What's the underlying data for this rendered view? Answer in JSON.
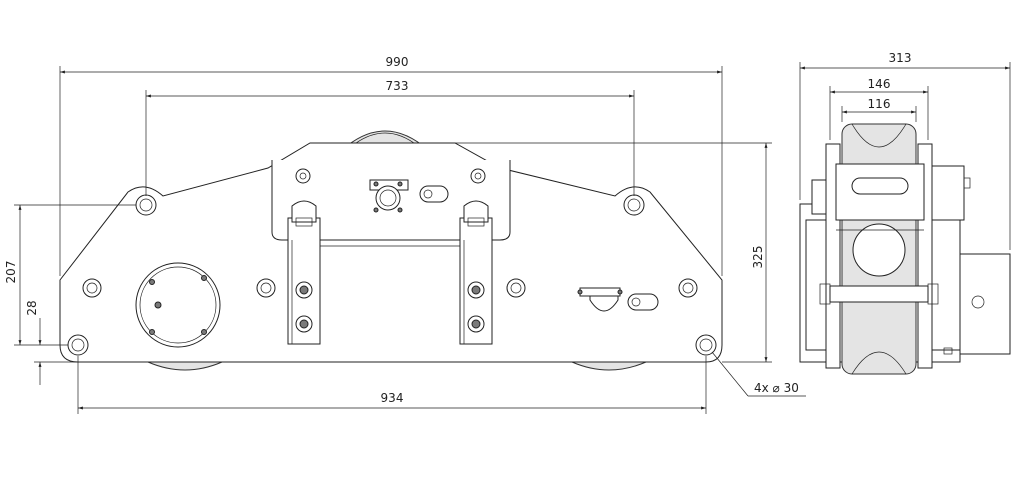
{
  "dimensions": {
    "overall_width": "990",
    "hole_spacing_top": "733",
    "hole_spacing_bottom": "934",
    "height": "325",
    "left_height": "207",
    "left_offset": "28",
    "side_width": "313",
    "side_inner_1": "146",
    "side_inner_2": "116",
    "hole_note": "4x ⌀ 30"
  }
}
